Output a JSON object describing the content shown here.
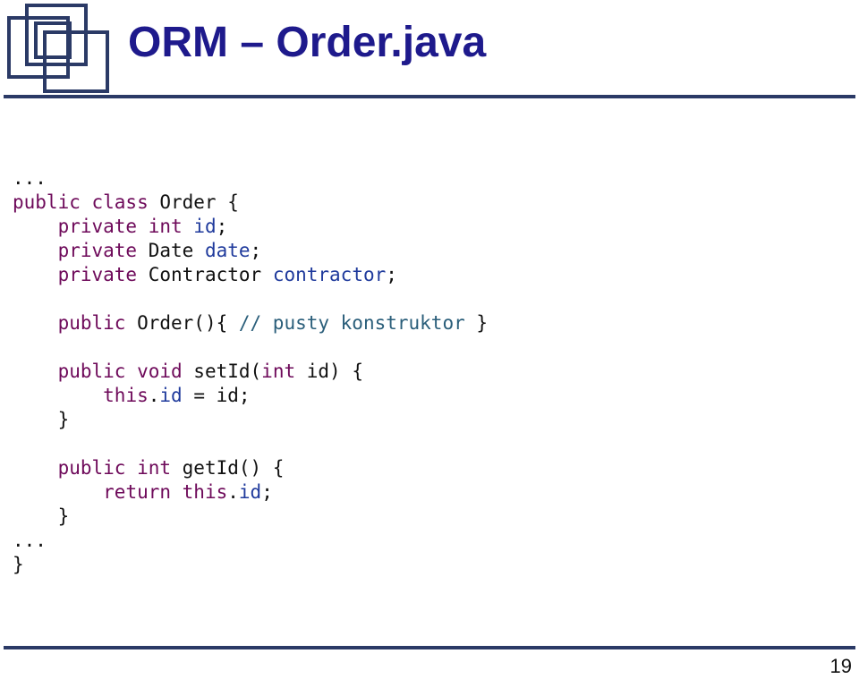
{
  "slide": {
    "title": "ORM – Order.java",
    "page_number": "19",
    "accent_color": "#1e1a8c",
    "logo": "overlapping-squares-logo"
  },
  "code": {
    "lines": [
      [
        {
          "t": "...",
          "c": ""
        }
      ],
      [
        {
          "t": "public class",
          "c": "kw"
        },
        {
          "t": " Order {",
          "c": ""
        }
      ],
      [
        {
          "t": "    ",
          "c": ""
        },
        {
          "t": "private int",
          "c": "kw"
        },
        {
          "t": " ",
          "c": ""
        },
        {
          "t": "id",
          "c": "fld"
        },
        {
          "t": ";",
          "c": ""
        }
      ],
      [
        {
          "t": "    ",
          "c": ""
        },
        {
          "t": "private",
          "c": "kw"
        },
        {
          "t": " Date ",
          "c": ""
        },
        {
          "t": "date",
          "c": "fld"
        },
        {
          "t": ";",
          "c": ""
        }
      ],
      [
        {
          "t": "    ",
          "c": ""
        },
        {
          "t": "private",
          "c": "kw"
        },
        {
          "t": " Contractor ",
          "c": ""
        },
        {
          "t": "contractor",
          "c": "fld"
        },
        {
          "t": ";",
          "c": ""
        }
      ],
      [
        {
          "t": "",
          "c": ""
        }
      ],
      [
        {
          "t": "    ",
          "c": ""
        },
        {
          "t": "public",
          "c": "kw"
        },
        {
          "t": " Order(){ ",
          "c": ""
        },
        {
          "t": "// pusty konstruktor",
          "c": "cmt"
        },
        {
          "t": " }",
          "c": ""
        }
      ],
      [
        {
          "t": "",
          "c": ""
        }
      ],
      [
        {
          "t": "    ",
          "c": ""
        },
        {
          "t": "public void",
          "c": "kw"
        },
        {
          "t": " setId(",
          "c": ""
        },
        {
          "t": "int",
          "c": "kw"
        },
        {
          "t": " id) {",
          "c": ""
        }
      ],
      [
        {
          "t": "        ",
          "c": ""
        },
        {
          "t": "this",
          "c": "kw"
        },
        {
          "t": ".",
          "c": ""
        },
        {
          "t": "id",
          "c": "fld"
        },
        {
          "t": " = id;",
          "c": ""
        }
      ],
      [
        {
          "t": "    }",
          "c": ""
        }
      ],
      [
        {
          "t": "",
          "c": ""
        }
      ],
      [
        {
          "t": "    ",
          "c": ""
        },
        {
          "t": "public int",
          "c": "kw"
        },
        {
          "t": " getId() {",
          "c": ""
        }
      ],
      [
        {
          "t": "        ",
          "c": ""
        },
        {
          "t": "return this",
          "c": "kw"
        },
        {
          "t": ".",
          "c": ""
        },
        {
          "t": "id",
          "c": "fld"
        },
        {
          "t": ";",
          "c": ""
        }
      ],
      [
        {
          "t": "    }",
          "c": ""
        }
      ],
      [
        {
          "t": "...",
          "c": ""
        }
      ],
      [
        {
          "t": "}",
          "c": ""
        }
      ]
    ]
  }
}
